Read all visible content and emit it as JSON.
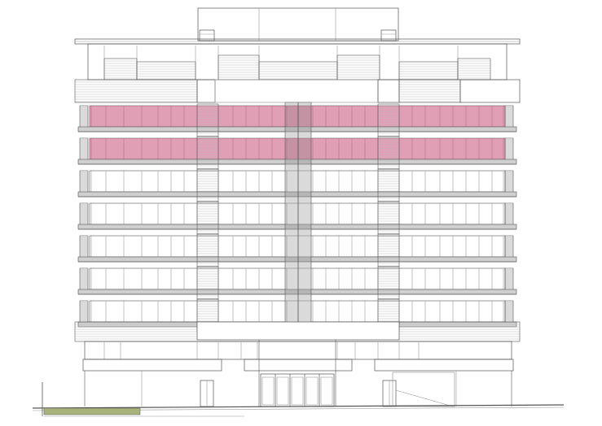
{
  "drawing": {
    "kind": "building-elevation",
    "floors_total": 7,
    "highlighted_floors": 2,
    "colors": {
      "line": "#555555",
      "light_line": "#9a9a9a",
      "louver": "#bdbdbd",
      "dark_louver": "#6a6a6a",
      "shading": "#cfcfcf",
      "highlight": "#c9507a",
      "ground_accent": "#a8b47a",
      "background": "#ffffff"
    }
  }
}
